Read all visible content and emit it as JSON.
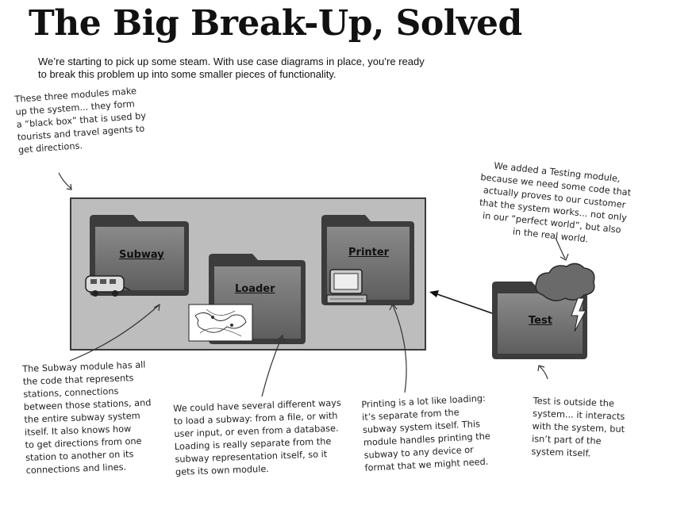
{
  "header": {
    "title": "The Big Break-Up, Solved",
    "intro": "We’re starting to pick up some steam. With use case diagrams in place, you’re ready to break this problem up into some smaller pieces of functionality."
  },
  "notes": {
    "black_box": "These three modules make\nup the system... they form\na “black box” that is used by\ntourists and travel agents to\nget directions.",
    "testing": "We added a Testing module,\nbecause we need some code that\nactually proves to our customer\nthat the system works... not only\nin our “perfect world”, but also\nin the real world.",
    "subway": "The Subway module has all\nthe code that represents\nstations, connections\nbetween those stations, and\nthe entire subway system\nitself. It also knows how\nto get directions from one\nstation to another on its\nconnections and lines.",
    "loader": "We could have several different ways\nto load a subway: from a file, or with\nuser input, or even from a database.\nLoading is really separate from the\nsubway representation itself, so it\ngets its own module.",
    "printer": "Printing is a lot like loading:\nit’s separate from the\nsubway system itself. This\nmodule handles printing the\nsubway to any device or\nformat that we might need.",
    "test": "Test is outside the\nsystem... it interacts\nwith the system, but\nisn’t part of the\nsystem itself."
  },
  "modules": {
    "subway": "Subway",
    "loader": "Loader",
    "printer": "Printer",
    "test": "Test"
  },
  "icons": [
    "subway-trailer-icon",
    "map-sketch-icon",
    "computer-printer-icon",
    "storm-cloud-icon",
    "lightning-icon"
  ],
  "colors": {
    "system_box": "#bdbdbd",
    "folder": "#4a4a4a",
    "folder_face": "#777777"
  }
}
